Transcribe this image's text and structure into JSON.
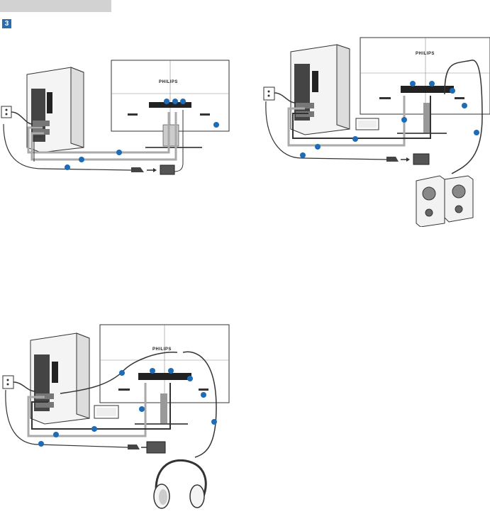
{
  "step": {
    "number": "3"
  },
  "diagrams": [
    {
      "id": "vga-hdmi-setup",
      "brand": "PHILIPS"
    },
    {
      "id": "hdmi-dp-speakers-setup",
      "brand": "PHILIPS"
    },
    {
      "id": "hdmi-dp-headphones-setup",
      "brand": "PHILIPS"
    }
  ],
  "colors": {
    "accent": "#1e6bb8",
    "cable": "#aaaaaa",
    "cable_dark": "#333333"
  },
  "icons": [
    "wall-outlet-icon",
    "power-adapter-icon",
    "arrow-icon",
    "speakers-icon",
    "headphones-icon",
    "laptop-icon"
  ]
}
